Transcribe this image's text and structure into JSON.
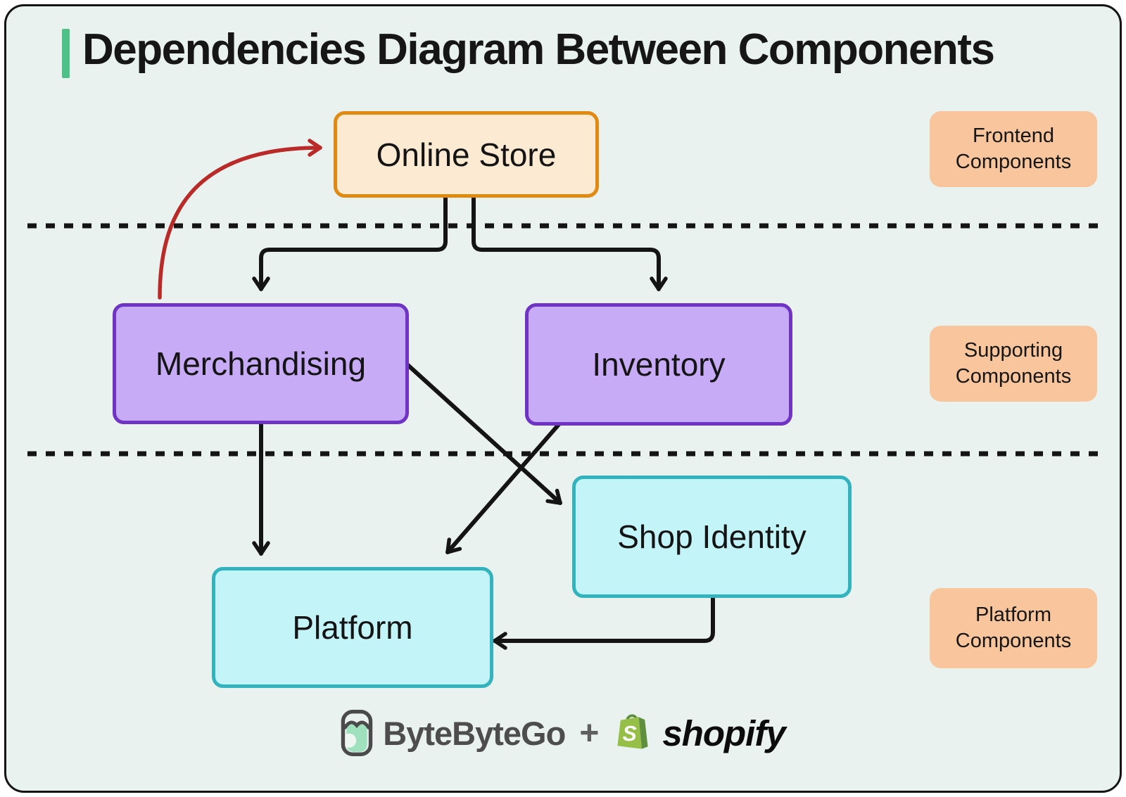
{
  "title": "Dependencies Diagram Between Components",
  "diagram": {
    "nodes": {
      "online_store": {
        "label": "Online Store",
        "layer": "frontend"
      },
      "merchandising": {
        "label": "Merchandising",
        "layer": "supporting"
      },
      "inventory": {
        "label": "Inventory",
        "layer": "supporting"
      },
      "shop_identity": {
        "label": "Shop Identity",
        "layer": "platform"
      },
      "platform": {
        "label": "Platform",
        "layer": "platform"
      }
    },
    "edges": [
      {
        "from": "online_store",
        "to": "merchandising",
        "style": "black-arrow"
      },
      {
        "from": "online_store",
        "to": "inventory",
        "style": "black-arrow"
      },
      {
        "from": "merchandising",
        "to": "online_store",
        "style": "red-arrow"
      },
      {
        "from": "merchandising",
        "to": "platform",
        "style": "black-arrow"
      },
      {
        "from": "merchandising",
        "to": "shop_identity",
        "style": "black-arrow"
      },
      {
        "from": "inventory",
        "to": "platform",
        "style": "black-arrow"
      },
      {
        "from": "shop_identity",
        "to": "platform",
        "style": "black-arrow"
      }
    ],
    "separators": [
      "dashed-line-between-frontend-and-supporting",
      "dashed-line-between-supporting-and-platform"
    ]
  },
  "legend": [
    {
      "label": "Frontend Components"
    },
    {
      "label": "Supporting Components"
    },
    {
      "label": "Platform Components"
    }
  ],
  "footer": {
    "bytebytego": "ByteByteGo",
    "plus": "+",
    "shopify": "shopify",
    "shopify_bag_letter": "S"
  },
  "colors": {
    "background": "#e9f2ee",
    "frame_border": "#141414",
    "accent_green": "#4dc187",
    "frontend_fill": "#fcead2",
    "frontend_border": "#e08a12",
    "supporting_fill": "#c8abf7",
    "supporting_border": "#6f34c4",
    "platform_fill": "#c2f4f8",
    "platform_border": "#33b3bd",
    "legend_fill": "#f9c59d",
    "black_arrow": "#141414",
    "red_arrow": "#b92a28",
    "bytebytego_gray": "#4d4d4d",
    "bytebytego_mint": "#9fe0bd",
    "shopify_green": "#95bf47",
    "shopify_dark_green": "#5e8e3e"
  }
}
